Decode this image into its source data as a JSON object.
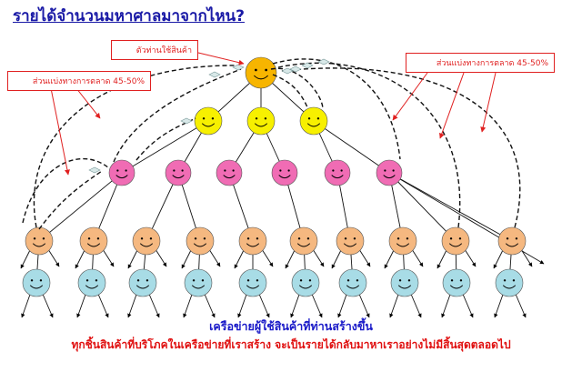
{
  "title": "รายได้จำนวนมหาศาลมาจากไหน?",
  "callouts": {
    "top_seller": "ตัวท่านใช้สินค้า",
    "share_left": "ส่วนแบ่งทางการตลาด 45-50%",
    "share_right": "ส่วนแบ่งทางการตลาด 45-50%"
  },
  "captions": {
    "network": "เครือข่ายผู้ใช้สินค้าที่ท่านสร้างขึ้น",
    "income": "ทุกชิ้นสินค้าที่บริโภคในเครือข่ายที่เราสร้าง  จะเป็นรายได้กลับมาหาเราอย่างไม่มีสิ้นสุดตลอดไป"
  },
  "colors": {
    "title": "#1a1aa6",
    "callout": "#e02020",
    "caption_network": "#1a1ac8",
    "caption_income": "#e01010",
    "level_top": "#f7b500",
    "level_1": "#f7f000",
    "level_2": "#f06cb4",
    "level_3": "#f5b880",
    "level_4": "#a8dce6"
  },
  "face_icon": "smiley-face-icon"
}
